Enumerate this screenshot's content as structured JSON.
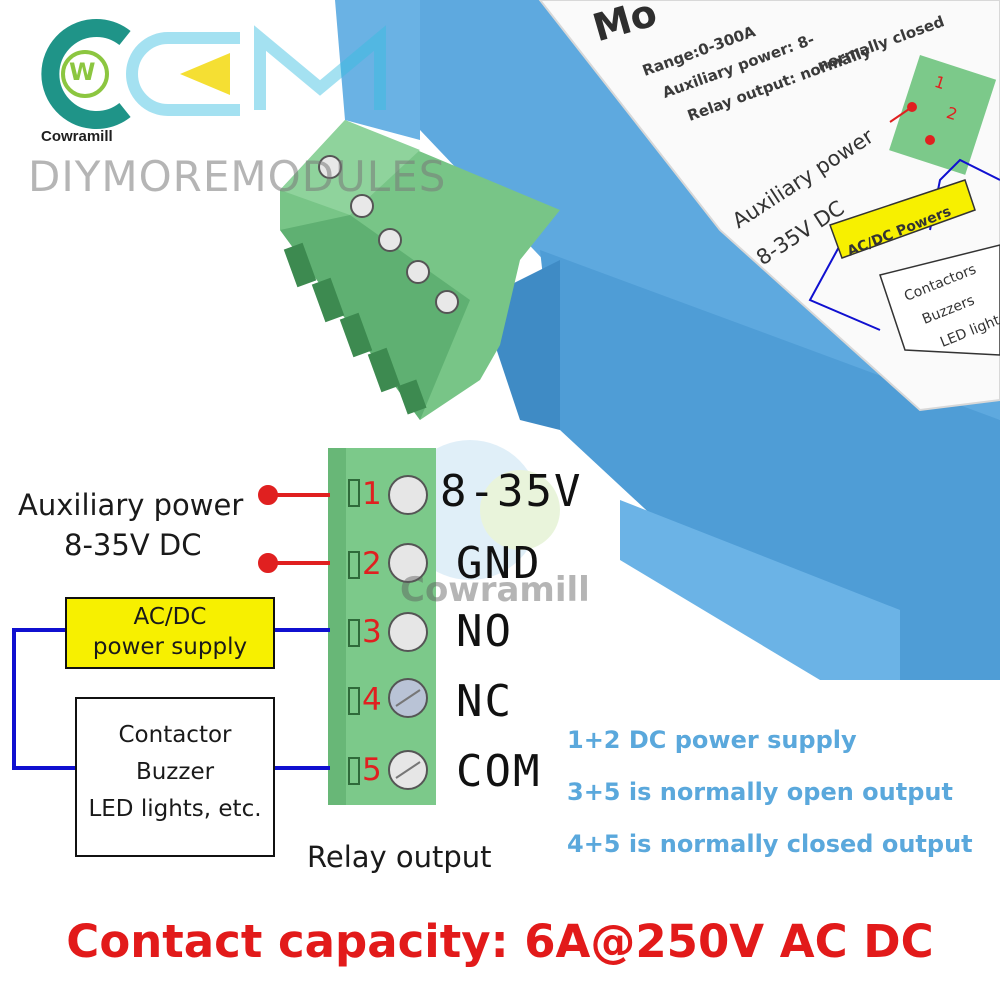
{
  "logo": {
    "name": "Cowramill",
    "mark": "W",
    "brand": "DIYMOREMODULES"
  },
  "device_label": {
    "title": "Mo",
    "range": "Range:0-300A",
    "aux_power": "Auxiliary power: 8-",
    "relay_output": "Relay output: normally",
    "normally_closed": "normally closed",
    "mini_pin_1": "1",
    "mini_pin_2": "2",
    "diag_aux_power": "Auxiliary power",
    "diag_voltage": "8-35V DC",
    "diag_acdc": "AC/DC Powers",
    "diag_contactors": "Contactors",
    "diag_buzzers": "Buzzers",
    "diag_led": "LED lights"
  },
  "wiring": {
    "aux_power_label": "Auxiliary power",
    "aux_power_voltage": "8-35V DC",
    "acdc_label_1": "AC/DC",
    "acdc_label_2": "power supply",
    "load_label_1": "Contactor",
    "load_label_2": "Buzzer",
    "load_label_3": "LED lights, etc.",
    "relay_output_label": "Relay output",
    "watermark": "Cowramill",
    "pins": [
      {
        "num": "1",
        "name": "8-35V"
      },
      {
        "num": "2",
        "name": "GND"
      },
      {
        "num": "3",
        "name": "NO"
      },
      {
        "num": "4",
        "name": "NC"
      },
      {
        "num": "5",
        "name": "COM"
      }
    ]
  },
  "notes": [
    "1+2 DC power supply",
    "3+5 is normally open output",
    "4+5 is normally closed output"
  ],
  "footer": "Contact capacity: 6A@250V AC DC",
  "colors": {
    "enclosure_blue": "#5aa8dc",
    "terminal_green": "#7cc98a",
    "wire_red": "#e02020",
    "wire_blue": "#1010d0",
    "highlight_yellow": "#f7f000",
    "footer_red": "#e21a1a"
  }
}
